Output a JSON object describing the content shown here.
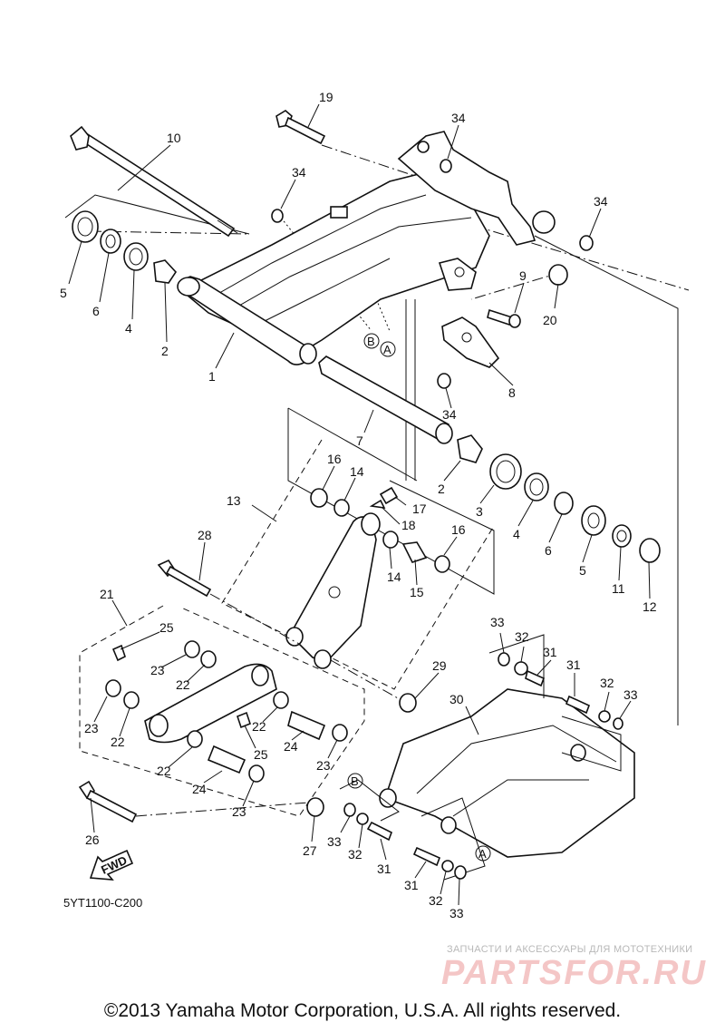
{
  "diagram_code": "5YT1100-C200",
  "fwd_label": "FWD",
  "watermark": {
    "tagline": "ЗАПЧАСТИ И АКСЕССУАРЫ ДЛЯ МОТОТЕХНИКИ",
    "logo": "PARTSFOR.RU"
  },
  "copyright": "©2013 Yamaha Motor Corporation, U.S.A. All rights reserved.",
  "callouts": {
    "p1": "1",
    "p2a": "2",
    "p2b": "2",
    "p3": "3",
    "p4a": "4",
    "p4b": "4",
    "p5a": "5",
    "p5b": "5",
    "p6a": "6",
    "p6b": "6",
    "p7": "7",
    "p8": "8",
    "p9": "9",
    "p10": "10",
    "p11": "11",
    "p12": "12",
    "p13": "13",
    "p14a": "14",
    "p14b": "14",
    "p15": "15",
    "p16a": "16",
    "p16b": "16",
    "p17": "17",
    "p18": "18",
    "p19": "19",
    "p20": "20",
    "p21": "21",
    "p22a": "22",
    "p22b": "22",
    "p22c": "22",
    "p22d": "22",
    "p23a": "23",
    "p23b": "23",
    "p23c": "23",
    "p23d": "23",
    "p24a": "24",
    "p24b": "24",
    "p25a": "25",
    "p25b": "25",
    "p26": "26",
    "p27": "27",
    "p28": "28",
    "p29": "29",
    "p30": "30",
    "p31a": "31",
    "p31b": "31",
    "p31c": "31",
    "p31d": "31",
    "p32a": "32",
    "p32b": "32",
    "p32c": "32",
    "p32d": "32",
    "p33a": "33",
    "p33b": "33",
    "p33c": "33",
    "p33d": "33",
    "p34a": "34",
    "p34b": "34",
    "p34c": "34",
    "p34d": "34"
  },
  "refs": {
    "A1": "A",
    "B1": "B",
    "A2": "A",
    "B2": "B"
  }
}
